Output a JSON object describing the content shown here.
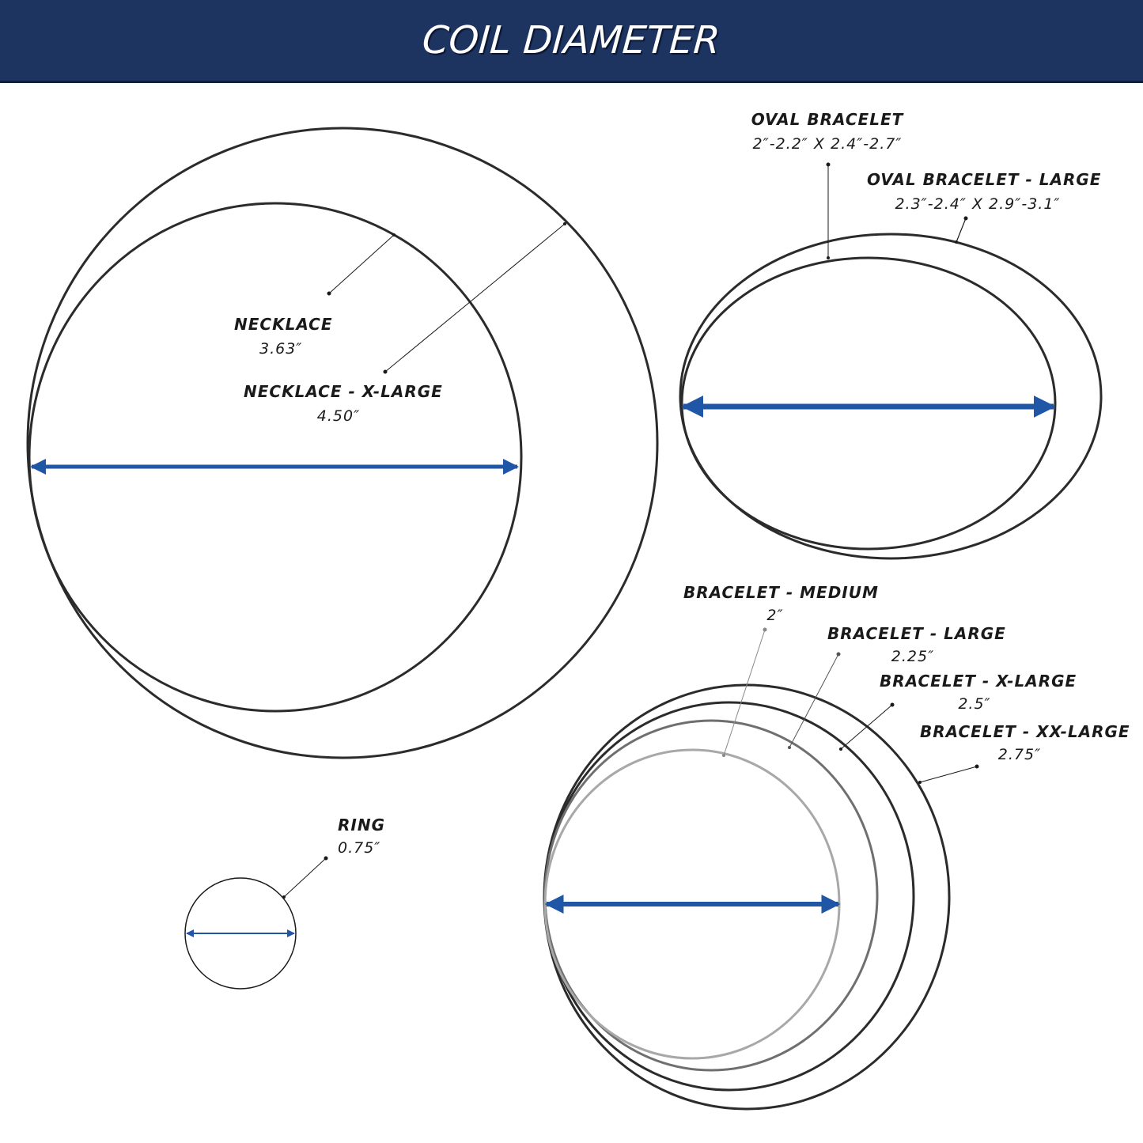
{
  "header": {
    "title": "COIL DIAMETER",
    "background": "#1d3461"
  },
  "colors": {
    "arrow": "#1f56a6",
    "ring_dark": "#2b2b2b",
    "ring_mid": "#6f6f6f",
    "ring_light": "#a8a8a8"
  },
  "necklace": {
    "standard": {
      "name": "NECKLACE",
      "size": "3.63″"
    },
    "xlarge": {
      "name": "NECKLACE - X-LARGE",
      "size": "4.50″"
    }
  },
  "oval": {
    "standard": {
      "name": "OVAL BRACELET",
      "size": "2″-2.2″ X 2.4″-2.7″"
    },
    "large": {
      "name": "OVAL BRACELET - LARGE",
      "size": "2.3″-2.4″ X 2.9″-3.1″"
    }
  },
  "bracelets": [
    {
      "name": "BRACELET - MEDIUM",
      "size": "2″"
    },
    {
      "name": "BRACELET  - LARGE",
      "size": "2.25″"
    },
    {
      "name": "BRACELET  - X-LARGE",
      "size": "2.5″"
    },
    {
      "name": "BRACELET - XX-LARGE",
      "size": "2.75″"
    }
  ],
  "ring": {
    "name": "RING",
    "size": "0.75″"
  }
}
